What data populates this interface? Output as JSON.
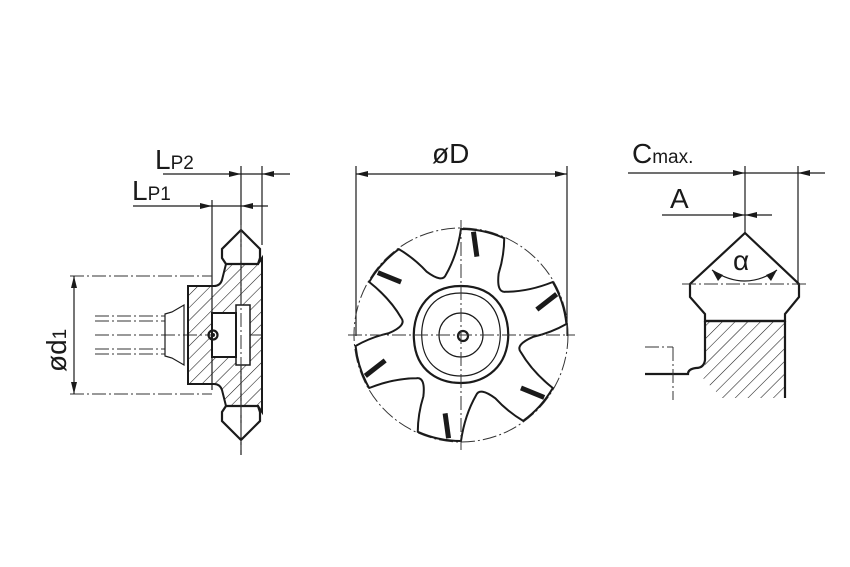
{
  "title": "Cutter dimension drawing",
  "labels": {
    "lp2_main": "L",
    "lp2_sub": "P2",
    "lp1_main": "L",
    "lp1_sub": "P1",
    "d1_main": "ød",
    "d1_sub": "1",
    "D": "øD",
    "cmax_main": "C",
    "cmax_sub": "max.",
    "A": "A",
    "alpha": "α"
  },
  "colors": {
    "line": "#1a1a1a"
  },
  "views": [
    "side-section-view",
    "front-view",
    "tooth-profile-detail"
  ],
  "tooth_count": 6
}
